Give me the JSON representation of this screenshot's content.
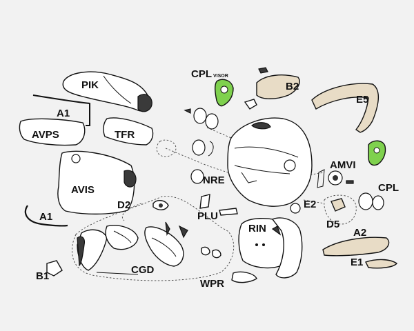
{
  "labels": {
    "pik": "PIK",
    "a1_top": "A1",
    "avps": "AVPS",
    "tfr": "TFR",
    "avis": "AVIS",
    "a1_bottom": "A1",
    "d2": "D2",
    "b1": "B1",
    "cgd": "CGD",
    "cpl_visor": "CPL",
    "cpl_visor_sub": "VISOR",
    "b2": "B2",
    "e5": "E5",
    "nre": "NRE",
    "plu": "PLU",
    "rin": "RIN",
    "wpr": "WPR",
    "amvi": "AMVI",
    "cpl": "CPL",
    "e2": "E2",
    "d5": "D5",
    "a2": "A2",
    "e1": "E1"
  },
  "colors": {
    "background": "#f2f2f2",
    "highlight": "#7fd14e",
    "beige": "#e8dcc6",
    "ink": "#111111"
  }
}
